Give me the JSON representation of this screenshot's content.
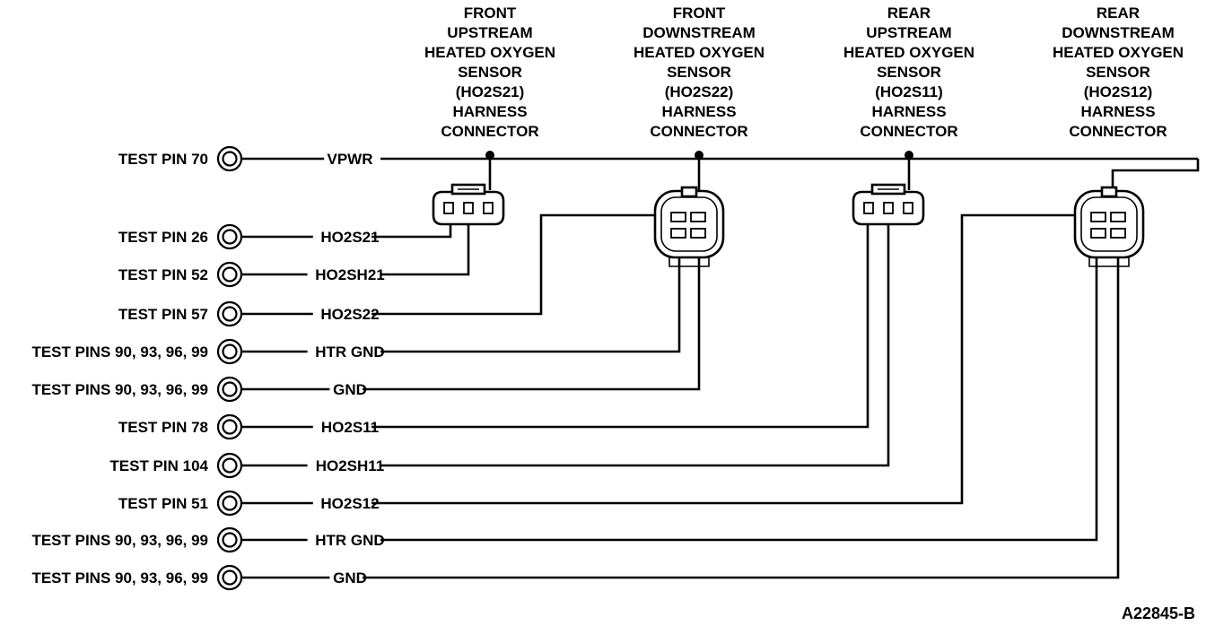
{
  "connectors": [
    {
      "id": "front-upstream",
      "lines": [
        "FRONT",
        "UPSTREAM",
        "HEATED OXYGEN",
        "SENSOR",
        "(HO2S21)",
        "HARNESS",
        "CONNECTOR"
      ],
      "style": "3-pin"
    },
    {
      "id": "front-downstream",
      "lines": [
        "FRONT",
        "DOWNSTREAM",
        "HEATED OXYGEN",
        "SENSOR",
        "(HO2S22)",
        "HARNESS",
        "CONNECTOR"
      ],
      "style": "4-pin"
    },
    {
      "id": "rear-upstream",
      "lines": [
        "REAR",
        "UPSTREAM",
        "HEATED OXYGEN",
        "SENSOR",
        "(HO2S11)",
        "HARNESS",
        "CONNECTOR"
      ],
      "style": "3-pin"
    },
    {
      "id": "rear-downstream",
      "lines": [
        "REAR",
        "DOWNSTREAM",
        "HEATED OXYGEN",
        "SENSOR",
        "(HO2S12)",
        "HARNESS",
        "CONNECTOR"
      ],
      "style": "4-pin"
    }
  ],
  "rows": [
    {
      "pin": "TEST PIN 70",
      "signal": "VPWR"
    },
    {
      "pin": "TEST PIN 26",
      "signal": "HO2S21"
    },
    {
      "pin": "TEST PIN 52",
      "signal": "HO2SH21"
    },
    {
      "pin": "TEST PIN 57",
      "signal": "HO2S22"
    },
    {
      "pin": "TEST PINS 90, 93, 96, 99",
      "signal": "HTR GND"
    },
    {
      "pin": "TEST PINS 90, 93, 96, 99",
      "signal": "GND"
    },
    {
      "pin": "TEST PIN 78",
      "signal": "HO2S11"
    },
    {
      "pin": "TEST PIN 104",
      "signal": "HO2SH11"
    },
    {
      "pin": "TEST PIN 51",
      "signal": "HO2S12"
    },
    {
      "pin": "TEST PINS 90, 93, 96, 99",
      "signal": "HTR GND"
    },
    {
      "pin": "TEST PINS 90, 93, 96, 99",
      "signal": "GND"
    }
  ],
  "figure_id": "A22845-B",
  "colors": {
    "ink": "#000000",
    "paper": "#ffffff"
  }
}
